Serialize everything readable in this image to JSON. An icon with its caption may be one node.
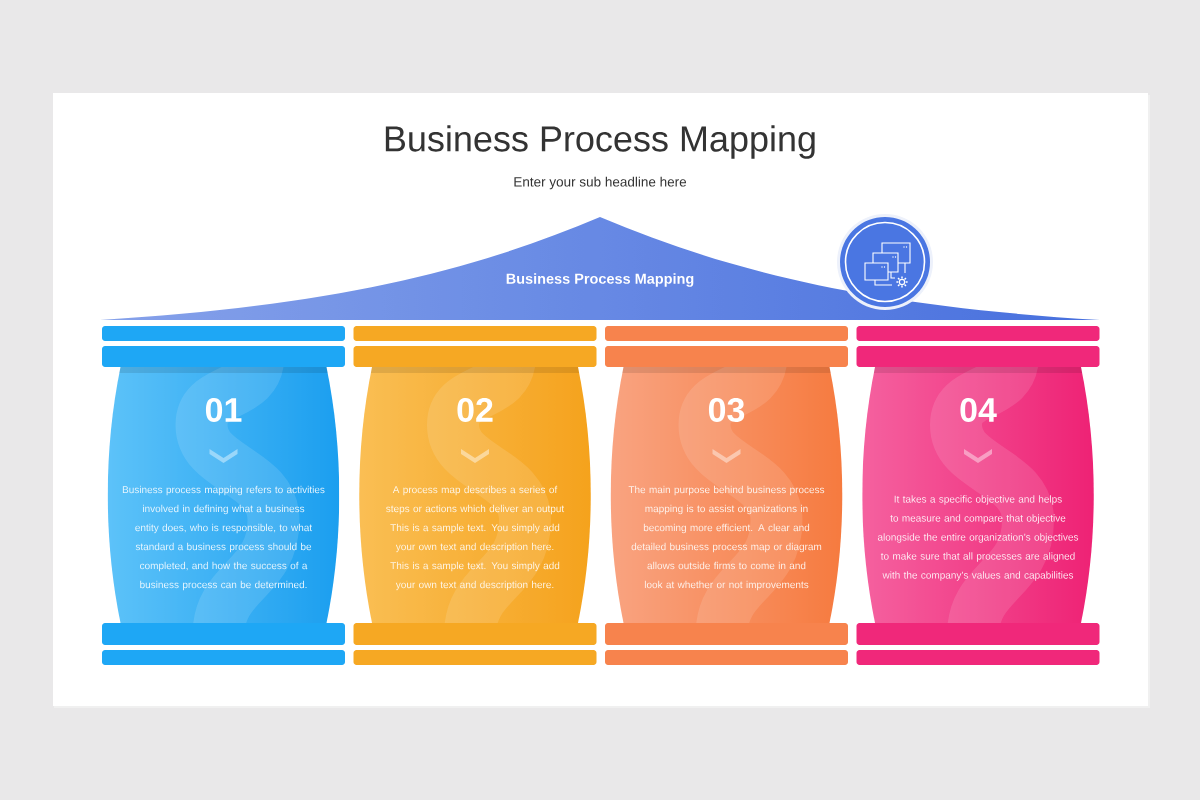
{
  "diagram": {
    "title": "Business Process Mapping",
    "nodes": [
      {
        "text": [
          "Business Process Mapping"
        ]
      },
      {
        "text": [
          "01",
          "Business process mapping refers to activities involved in defining what a business entity does, who is responsible, to what standard a business process should be completed, and how the success of a business process can be determined."
        ]
      },
      {
        "text": [
          "02",
          "A process map describes a series of steps or actions which deliver an output This is a sample text. You simply add your own text and description here. This is a sample text. You simply add your own text and description here."
        ]
      },
      {
        "text": [
          "03",
          "The main purpose behind business process mapping is to assist organizations in becoming more efficient. A clear and detailed business process map or diagram allows outside firms to come in and look at whether or not improvements"
        ]
      },
      {
        "text": [
          "04",
          "It takes a specific objective and helps to measure and compare that objective alongside the entire organization’s objectives to make sure that all processes are aligned with the company’s values and capabilities"
        ]
      }
    ],
    "labels": [
      "Enter your sub headline here"
    ]
  }
}
